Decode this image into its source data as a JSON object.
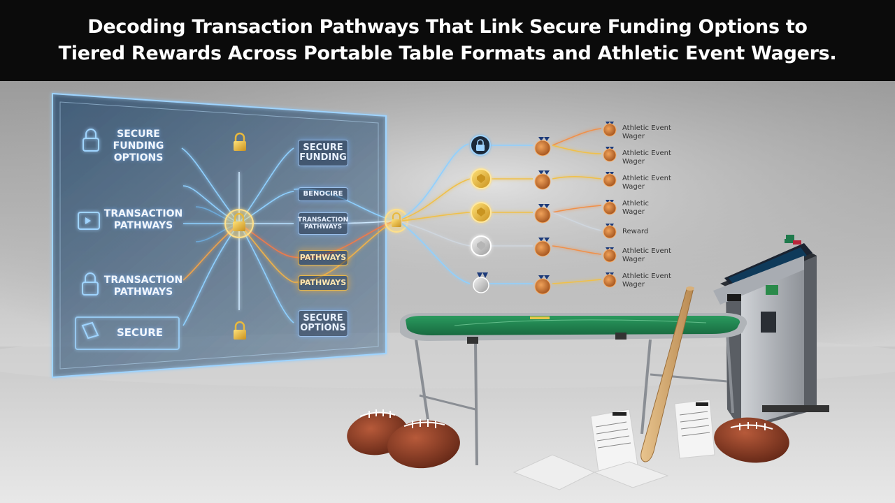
{
  "title": {
    "line1": "Decoding Transaction Pathways That Link Secure Funding Options to",
    "line2": "Tiered Rewards Across Portable Table Formats and Athletic Event Wagers."
  },
  "panel": {
    "left_labels": [
      {
        "text": "SECURE FUNDING OPTIONS",
        "icon": "lock-icon"
      },
      {
        "text": "TRANSACTION PATHWAYS",
        "icon": "card-icon"
      },
      {
        "text": "TRANSACTION PATHWAYS",
        "icon": "lock-icon"
      },
      {
        "text": "SECURE",
        "icon": "ticket-icon"
      }
    ],
    "right_boxes": [
      {
        "text": "SECURE FUNDING"
      },
      {
        "text": "BENOCIRE"
      },
      {
        "text": "TRANSACTION PATHWAYS"
      },
      {
        "text": "PATHWAYS"
      },
      {
        "text": "PATHWAYS"
      },
      {
        "text": "SECURE OPTIONS"
      }
    ]
  },
  "reward_labels": [
    "Athletic Event Wager",
    "Athletic Event Wager",
    "Athletic Event Wager",
    "Athletic Wager",
    "Reward",
    "Athletic Event Wager",
    "Athletic Event Wager"
  ],
  "tiers": [
    "lock",
    "gold",
    "gold",
    "silver",
    "silver"
  ],
  "colors": {
    "glow_blue": "#7fc4ff",
    "lock_gold": "#e9b93c",
    "medal_bronze": "#c26a2a",
    "ribbon_navy": "#1d3b7a",
    "felt_green": "#1f7a4c",
    "football_brown": "#8a3b22"
  }
}
